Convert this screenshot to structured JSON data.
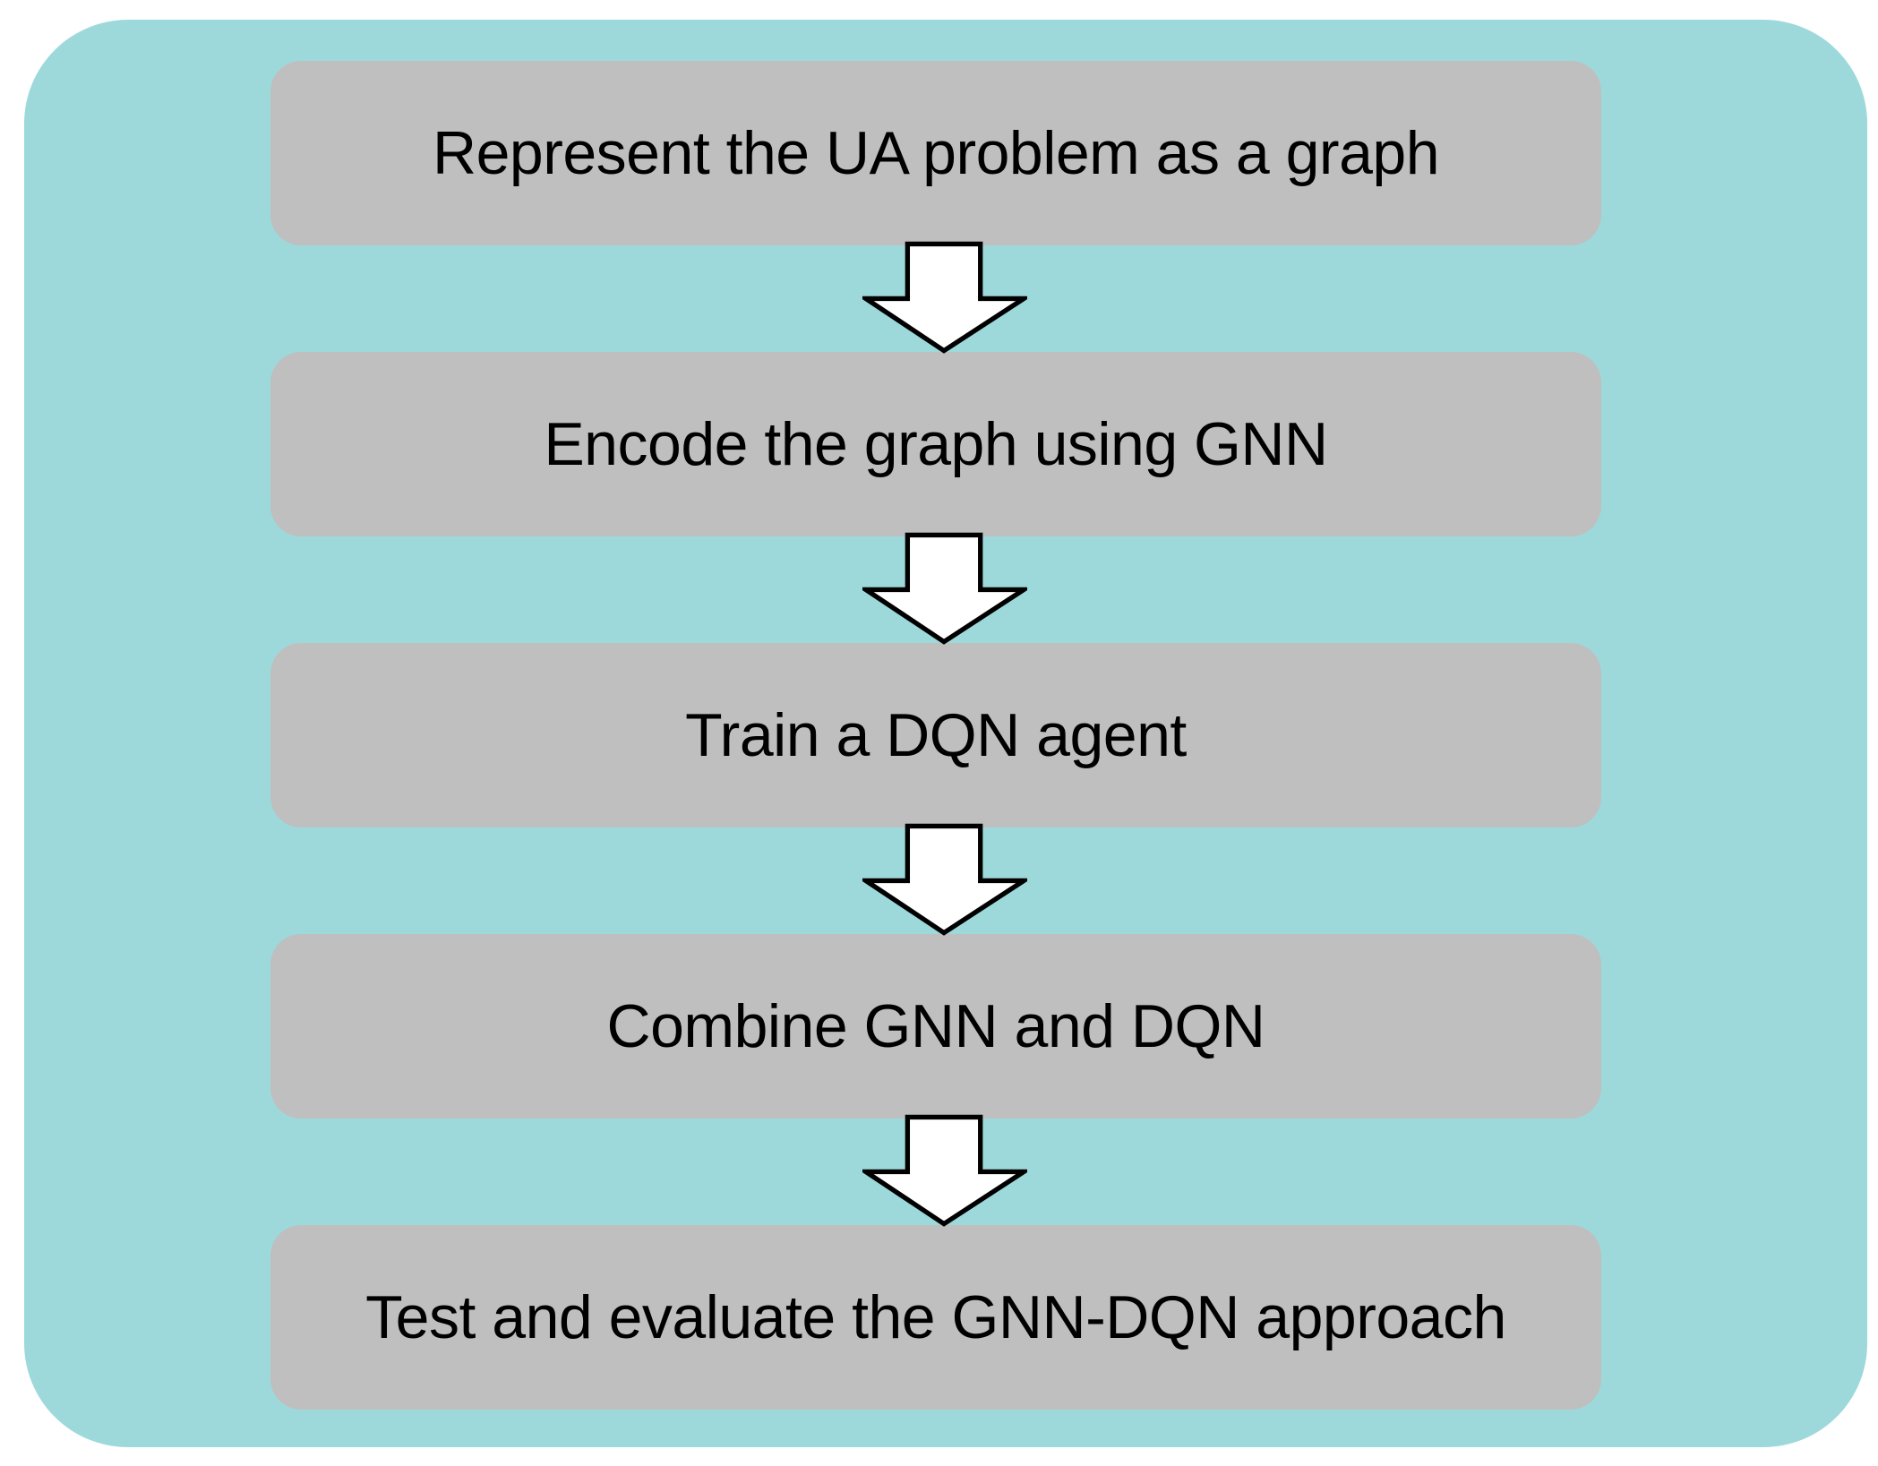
{
  "diagram": {
    "type": "flowchart",
    "colors": {
      "page_bg": "#ffffff",
      "container_bg": "#9dd9db",
      "box_bg": "#bfbfbf",
      "text_color": "#000000",
      "arrow_fill": "#ffffff",
      "arrow_outline": "#000000"
    },
    "steps": [
      {
        "label": "Represent the UA problem as a graph"
      },
      {
        "label": "Encode the graph using GNN"
      },
      {
        "label": "Train a DQN agent"
      },
      {
        "label": "Combine GNN and DQN"
      },
      {
        "label": "Test and evaluate the GNN-DQN approach"
      }
    ]
  }
}
